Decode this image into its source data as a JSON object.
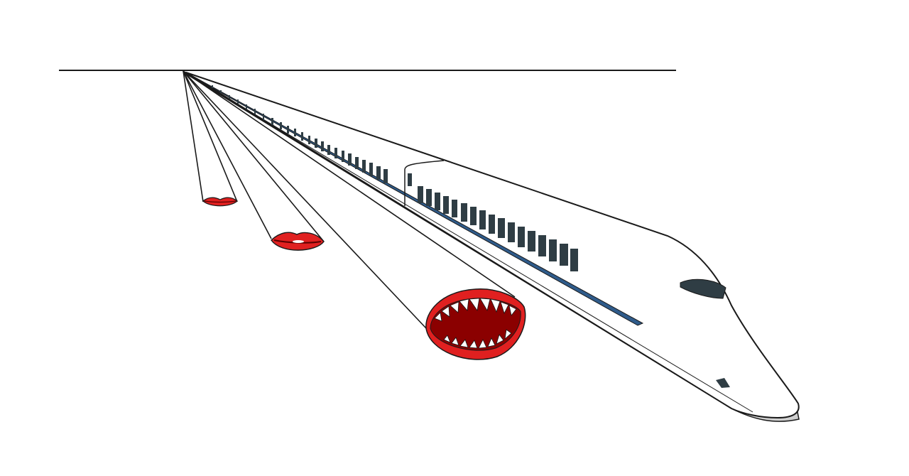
{
  "illustration": {
    "colors": {
      "background": "#ffffff",
      "outline": "#1a1a1a",
      "train_body": "#ffffff",
      "train_stripe": "#2f5b8a",
      "window": "#2f3d44",
      "undercarriage": "#cfcfcf",
      "lip": "#e02020",
      "mouth_inner": "#8b0000",
      "teeth": "#ffffff"
    },
    "elements": {
      "horizon": "horizon-line",
      "train": "bullet-train",
      "mouths": [
        "small-lips",
        "medium-lips",
        "open-mouth"
      ]
    }
  }
}
